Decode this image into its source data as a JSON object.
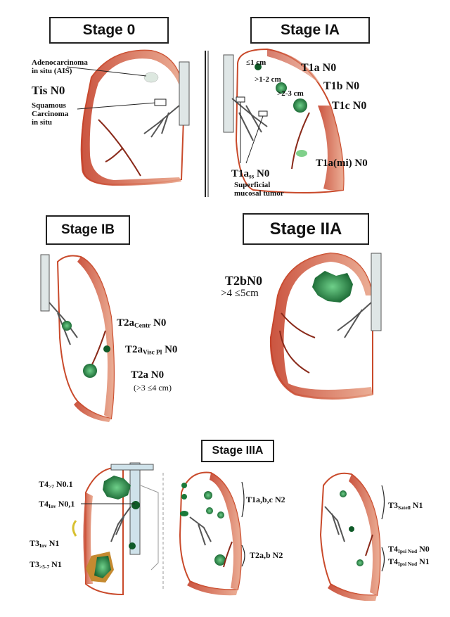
{
  "stages": {
    "stage0": "Stage 0",
    "stageIA": "Stage IA",
    "stageIB": "Stage IB",
    "stageIIA": "Stage IIA",
    "stageIIIA": "Stage IIIA"
  },
  "stage0": {
    "ais_line1": "Adenocarcinoma",
    "ais_line2": "in situ (AIS)",
    "tis": "Tis N0",
    "sq_line1": "Squamous",
    "sq_line2": "Carcinoma",
    "sq_line3": "in situ"
  },
  "stageIA": {
    "size1": "≤1 cm",
    "size2": ">1-2 cm",
    "size3": ">2-3 cm",
    "t1a": "T1a N0",
    "t1b": "T1b N0",
    "t1c": "T1c N0",
    "t1ami": "T1a(mi) N0",
    "t1ass_main": "T1a",
    "t1ass_sub": "ss",
    "t1ass_tail": " N0",
    "superficial1": "Superficial",
    "superficial2": "mucosal tumor"
  },
  "stageIB": {
    "centr_main": "T2a",
    "centr_sub": "Centr",
    "centr_tail": " N0",
    "visc_main": "T2a",
    "visc_sub": "Visc Pl",
    "visc_tail": " N0",
    "t2a": "T2a N0",
    "t2a_size": "(>3 ≤4 cm)"
  },
  "stageIIA": {
    "t2b": "T2bN0",
    "t2b_size": ">4 ≤5cm"
  },
  "stageIIIA": {
    "t4_7_main": "T4",
    "t4_7_sub": ">7",
    "t4_7_tail": " N0.1",
    "t4inv_main": "T4",
    "t4inv_sub": "Inv",
    "t4inv_tail": " N0,1",
    "t3inv_main": "T3",
    "t3inv_sub": "Inv",
    "t3inv_tail": " N1",
    "t3_57_main": "T3",
    "t3_57_sub": ">5-7",
    "t3_57_tail": " N1",
    "t1abc": "T1a,b,c N2",
    "t2ab": "T2a,b N2",
    "t3satell_main": "T3",
    "t3satell_sub": "Satell",
    "t3satell_tail": " N1",
    "t4ipsi1_main": "T4",
    "t4ipsi1_sub": "Ipsi Nod",
    "t4ipsi1_tail": " N0",
    "t4ipsi2_main": "T4",
    "t4ipsi2_sub": "Ipsi Nod",
    "t4ipsi2_tail": " N1"
  },
  "colors": {
    "pleura": "#c94a2b",
    "pleura_fill": "#e8a080",
    "tumor": "#1a7a3a",
    "tumor_light": "#3fb060",
    "bronchus": "#cfd8d8"
  }
}
